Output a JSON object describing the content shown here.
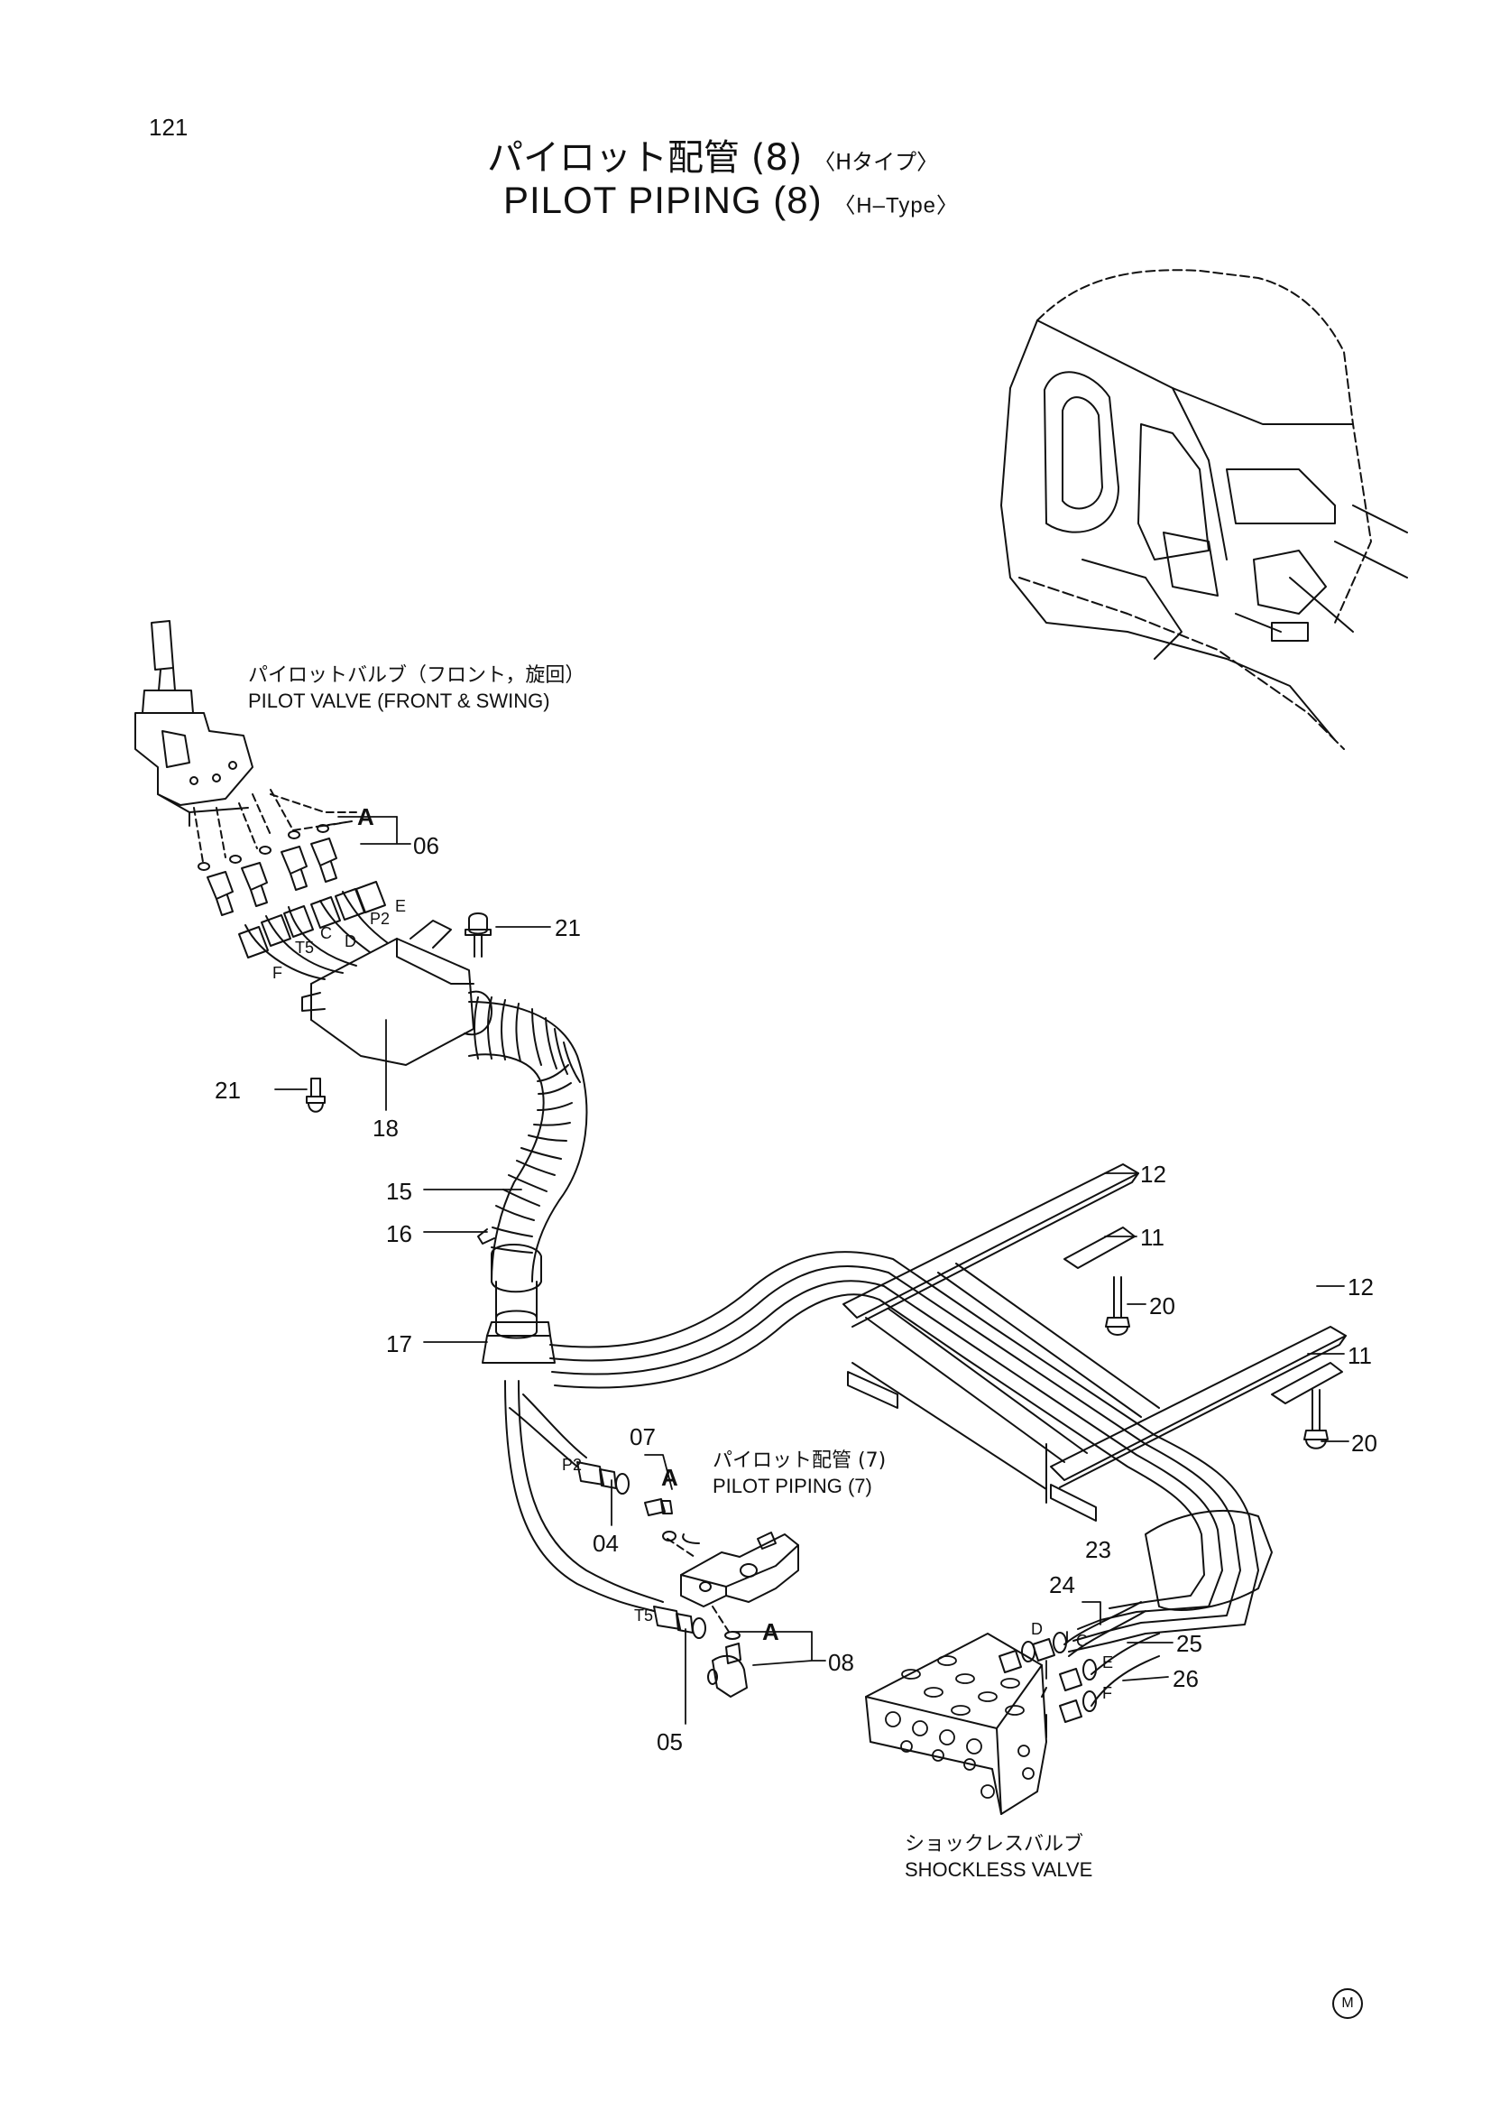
{
  "page_number": "121",
  "title": {
    "jp": "パイロット配管 (8)",
    "jp_type": "〈Hタイプ〉",
    "en": "PILOT  PIPING  (8)",
    "en_type": "〈H–Type〉"
  },
  "components": {
    "pilot_valve": {
      "jp": "パイロットバルブ（フロント，旋回）",
      "en": "PILOT  VALVE  (FRONT & SWING)"
    },
    "pilot_piping_7": {
      "jp": "パイロット配管 (7)",
      "en": "PILOT  PIPING  (7)"
    },
    "shockless_valve": {
      "jp": "ショックレスバルブ",
      "en": "SHOCKLESS  VALVE"
    }
  },
  "part_numbers": {
    "p04": "04",
    "p05": "05",
    "p06": "06",
    "p07": "07",
    "p08": "08",
    "p11a": "11",
    "p11b": "11",
    "p12a": "12",
    "p12b": "12",
    "p15": "15",
    "p16": "16",
    "p17": "17",
    "p18": "18",
    "p20a": "20",
    "p20b": "20",
    "p21a": "21",
    "p21b": "21",
    "p23": "23",
    "p24": "24",
    "p25": "25",
    "p26": "26"
  },
  "port_labels": {
    "top_e": "E",
    "top_p2": "P2",
    "top_t5": "T5",
    "top_c": "C",
    "top_d": "D",
    "top_f": "F",
    "mid_p2": "P2",
    "mid_t5": "T5",
    "sv_d": "D",
    "sv_c": "C",
    "sv_e": "E",
    "sv_f": "F"
  },
  "detail_refs": {
    "a1": "A",
    "a2": "A",
    "a3": "A"
  },
  "footer_mark": "M"
}
